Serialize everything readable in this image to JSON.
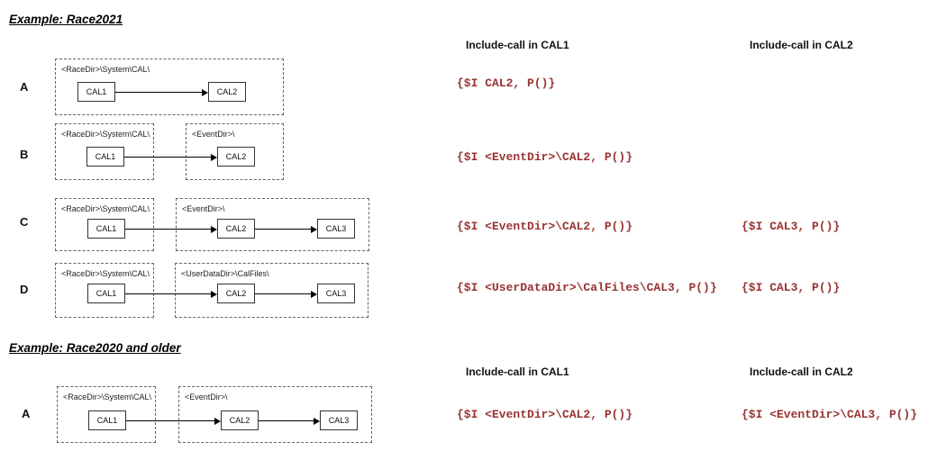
{
  "colors": {
    "code_text": "#993333",
    "heading_text": "#000000",
    "box_border": "#666666"
  },
  "sections": [
    {
      "title": "Example: Race2021",
      "columns": {
        "cal1": "Include-call in CAL1",
        "cal2": "Include-call in CAL2"
      },
      "rows": [
        {
          "letter": "A",
          "containers": [
            {
              "label": "<RaceDir>\\System\\CAL\\"
            }
          ],
          "nodes": [
            "CAL1",
            "CAL2"
          ],
          "include_call_cal1": "{$I CAL2, P()}",
          "include_call_cal2": ""
        },
        {
          "letter": "B",
          "containers": [
            {
              "label": "<RaceDir>\\System\\CAL\\"
            },
            {
              "label": "<EventDir>\\"
            }
          ],
          "nodes": [
            "CAL1",
            "CAL2"
          ],
          "include_call_cal1": "{$I <EventDir>\\CAL2, P()}",
          "include_call_cal2": ""
        },
        {
          "letter": "C",
          "containers": [
            {
              "label": "<RaceDir>\\System\\CAL\\"
            },
            {
              "label": "<EventDir>\\"
            }
          ],
          "nodes": [
            "CAL1",
            "CAL2",
            "CAL3"
          ],
          "include_call_cal1": "{$I <EventDir>\\CAL2, P()}",
          "include_call_cal2": "{$I CAL3, P()}"
        },
        {
          "letter": "D",
          "containers": [
            {
              "label": "<RaceDir>\\System\\CAL\\"
            },
            {
              "label": "<UserDataDir>\\CalFiles\\"
            }
          ],
          "nodes": [
            "CAL1",
            "CAL2",
            "CAL3"
          ],
          "include_call_cal1": "{$I <UserDataDir>\\CalFiles\\CAL3, P()}",
          "include_call_cal2": "{$I CAL3, P()}"
        }
      ]
    },
    {
      "title": "Example: Race2020 and older",
      "columns": {
        "cal1": "Include-call in CAL1",
        "cal2": "Include-call in CAL2"
      },
      "rows": [
        {
          "letter": "A",
          "containers": [
            {
              "label": "<RaceDir>\\System\\CAL\\"
            },
            {
              "label": "<EventDir>\\"
            }
          ],
          "nodes": [
            "CAL1",
            "CAL2",
            "CAL3"
          ],
          "include_call_cal1": "{$I <EventDir>\\CAL2, P()}",
          "include_call_cal2": "{$I <EventDir>\\CAL3, P()}"
        }
      ]
    }
  ]
}
